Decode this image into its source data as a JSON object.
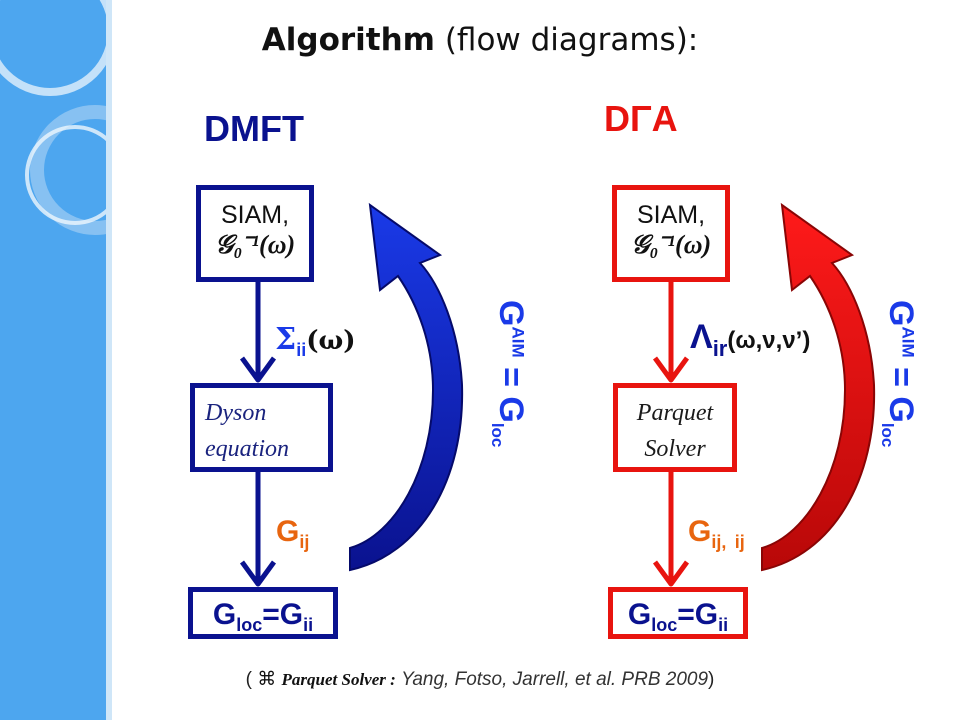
{
  "title": {
    "bold": "Algorithm",
    "rest": " (flow diagrams):"
  },
  "colors": {
    "blue": "#0a128f",
    "blue_arrow": "#0019c8",
    "red": "#e8140f",
    "orange": "#e8650f",
    "sidebar": "#4da6ef"
  },
  "dmft": {
    "bullet": "",
    "heading": "DMFT",
    "box1": {
      "line1": "SIAM,",
      "line2": "𝒢₀⁻¹(ω)"
    },
    "edge1": {
      "main": "Σ",
      "sub": "ii",
      "tail": "(ω)"
    },
    "box2": {
      "line1": "Dyson",
      "line2": "equation"
    },
    "edge2": {
      "main": "G",
      "sub": "ij"
    },
    "box3": {
      "main1": "G",
      "sub1": "loc",
      "mid": "=G",
      "sub2": "ii"
    },
    "loop": {
      "g": "G",
      "sup": "AIM",
      "eq": " = G",
      "sub": "loc"
    }
  },
  "dga": {
    "bullet": "",
    "heading": "DΓA",
    "box1": {
      "line1": "SIAM,",
      "line2": "𝒢₀⁻¹(ω)"
    },
    "edge1": {
      "main": "Λ",
      "sub": "ir",
      "tail": "(ω,ν,ν’)"
    },
    "box2": {
      "line1": "Parquet",
      "line2": "Solver"
    },
    "edge2": {
      "main": "G",
      "sub": "ij,",
      "extra": "",
      "sub2": "ij"
    },
    "box3": {
      "main1": "G",
      "sub1": "loc",
      "mid": "=G",
      "sub2": "ii"
    },
    "loop": {
      "g": "G",
      "sup": "AIM",
      "eq": " = G",
      "sub": "loc"
    }
  },
  "footnote": {
    "open": "(",
    "symbol": "⌘",
    "label": "Parquet Solver :",
    "citation": "Yang, Fotso, Jarrell, et al.  PRB 2009",
    "close": ")"
  }
}
